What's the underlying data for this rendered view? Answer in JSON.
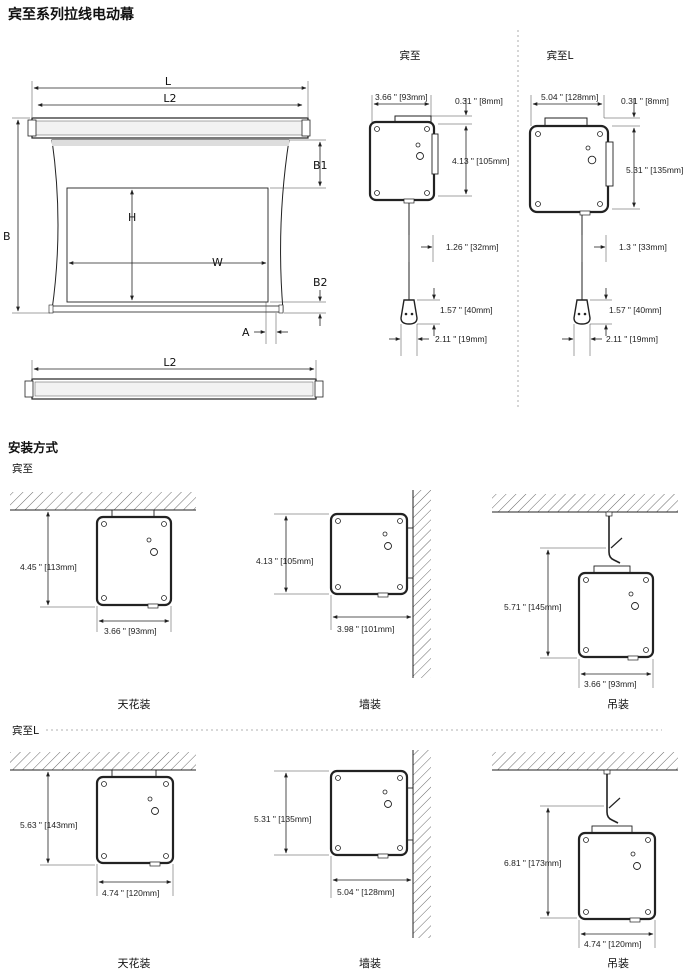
{
  "title": "宾至系列拉线电动幕",
  "screen_labels": {
    "L": "L",
    "L2": "L2",
    "B": "B",
    "B1": "B1",
    "B2": "B2",
    "H": "H",
    "W": "W",
    "A": "A",
    "L2_bottom": "L2"
  },
  "models": {
    "std": {
      "name": "宾至",
      "dim_width": "3.66 \" [93mm]",
      "dim_top": "0.31 \" [8mm]",
      "dim_height": "4.13 \" [105mm]",
      "dim_cord": "1.26 \" [32mm]",
      "dim_handle_h": "1.57 \" [40mm]",
      "dim_handle_w": "2.11 \" [19mm]"
    },
    "L": {
      "name": "宾至L",
      "dim_width": "5.04 \" [128mm]",
      "dim_top": "0.31 \" [8mm]",
      "dim_height": "5.31 \" [135mm]",
      "dim_cord": "1.3 \" [33mm]",
      "dim_handle_h": "1.57 \" [40mm]",
      "dim_handle_w": "2.11 \" [19mm]"
    }
  },
  "install": {
    "title": "安装方式",
    "std": {
      "label": "宾至",
      "ceiling": {
        "h": "4.45 \" [113mm]",
        "w": "3.66 \" [93mm]",
        "caption": "天花装"
      },
      "wall": {
        "h": "4.13 \" [105mm]",
        "w": "3.98 \" [101mm]",
        "caption": "墙装"
      },
      "hang": {
        "h": "5.71 \" [145mm]",
        "w": "3.66 \" [93mm]",
        "caption": "吊装"
      }
    },
    "L": {
      "label": "宾至L",
      "ceiling": {
        "h": "5.63 \" [143mm]",
        "w": "4.74 \" [120mm]",
        "caption": "天花装"
      },
      "wall": {
        "h": "5.31 \" [135mm]",
        "w": "5.04 \" [128mm]",
        "caption": "墙装"
      },
      "hang": {
        "h": "6.81 \" [173mm]",
        "w": "4.74 \" [120mm]",
        "caption": "吊装"
      }
    }
  }
}
